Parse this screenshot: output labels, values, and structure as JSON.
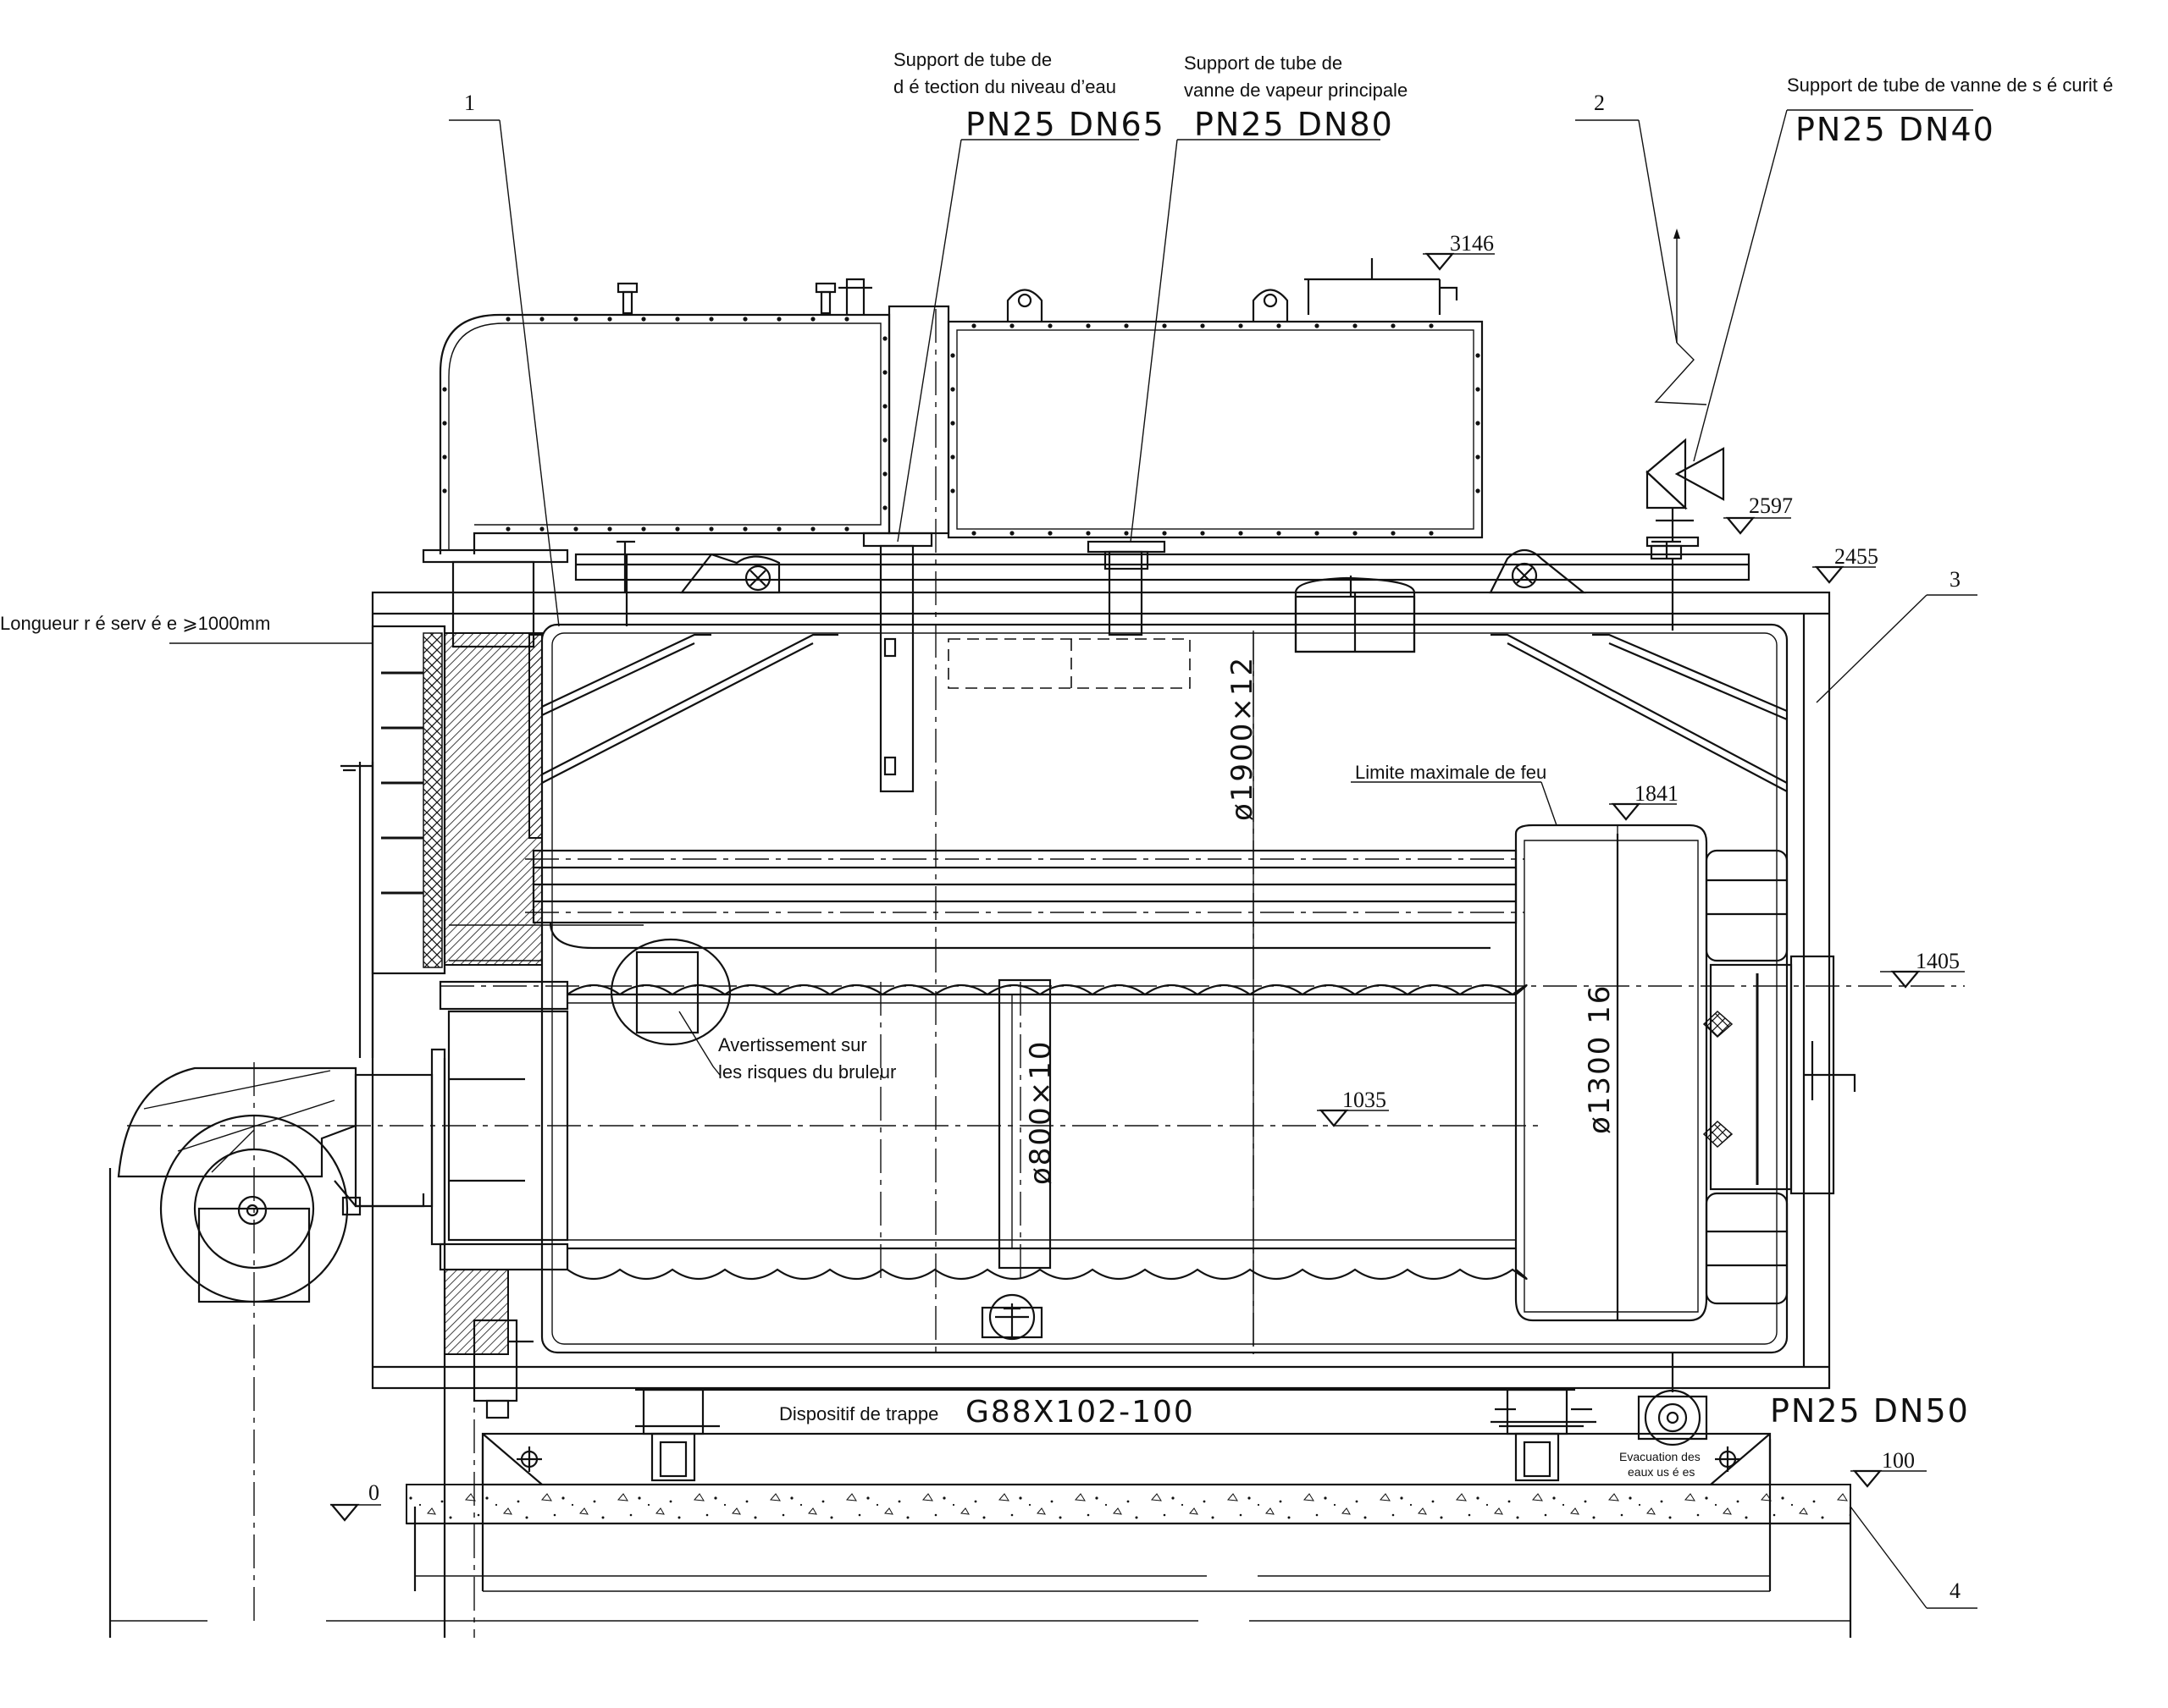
{
  "labels": {
    "water_level_support_line1": "Support de tube de",
    "water_level_support_line2": "d é tection du niveau d’eau",
    "water_level_spec": "PN25 DN65",
    "main_steam_support_line1": "Support de tube de",
    "main_steam_support_line2": "vanne de vapeur principale",
    "main_steam_spec": "PN25 DN80",
    "safety_valve_support": "Support de tube de vanne de s é curit é",
    "safety_valve_spec": "PN25 DN40",
    "reserved_length": "Longueur r é serv é e ⩾1000mm",
    "max_fire_limit": "Limite maximale de feu",
    "burner_warning_line1": "Avertissement sur",
    "burner_warning_line2": "les risques du bruleur",
    "trap_device_label": "Dispositif de trappe",
    "trap_device_spec": "G88X102-100",
    "drain_spec": "PN25 DN50",
    "waste_water_line1": "Evacuation des",
    "waste_water_line2": "eaux us é es"
  },
  "dimensions": {
    "shell_diameter": "ø1900×12",
    "furnace_diameter": "ø800×10",
    "chamber_diameter": "ø1300  16"
  },
  "elevations": {
    "top": "3146",
    "safety_valve": "2597",
    "shell_top": "2455",
    "chamber_top": "1841",
    "centerline": "1405",
    "furnace_axis": "1035",
    "foundation": "100",
    "ground": "0"
  },
  "callouts": {
    "c1": "1",
    "c2": "2",
    "c3": "3",
    "c4": "4"
  }
}
